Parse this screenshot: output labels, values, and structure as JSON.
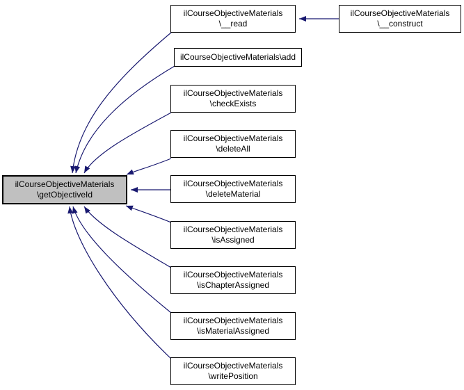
{
  "diagram": {
    "kind": "doxygen-caller-graph",
    "arrow_color": "#191970",
    "node_border_color": "#000000",
    "node_fill_color": "#ffffff",
    "highlighted_node_fill_color": "#c0c0c0",
    "nodes": {
      "getObjectiveId": {
        "line1": "ilCourseObjectiveMaterials",
        "line2": "\\getObjectiveId",
        "highlighted": true
      },
      "read": {
        "line1": "ilCourseObjectiveMaterials",
        "line2": "\\__read"
      },
      "add": {
        "line1": "ilCourseObjectiveMaterials\\add"
      },
      "checkExists": {
        "line1": "ilCourseObjectiveMaterials",
        "line2": "\\checkExists"
      },
      "deleteAll": {
        "line1": "ilCourseObjectiveMaterials",
        "line2": "\\deleteAll"
      },
      "deleteMaterial": {
        "line1": "ilCourseObjectiveMaterials",
        "line2": "\\deleteMaterial"
      },
      "isAssigned": {
        "line1": "ilCourseObjectiveMaterials",
        "line2": "\\isAssigned"
      },
      "isChapterAssigned": {
        "line1": "ilCourseObjectiveMaterials",
        "line2": "\\isChapterAssigned"
      },
      "isMaterialAssigned": {
        "line1": "ilCourseObjectiveMaterials",
        "line2": "\\isMaterialAssigned"
      },
      "writePosition": {
        "line1": "ilCourseObjectiveMaterials",
        "line2": "\\writePosition"
      },
      "construct": {
        "line1": "ilCourseObjectiveMaterials",
        "line2": "\\__construct"
      }
    },
    "edges": [
      {
        "from": "ilCourseObjectiveMaterials\\__construct",
        "to": "ilCourseObjectiveMaterials\\__read"
      },
      {
        "from": "ilCourseObjectiveMaterials\\__read",
        "to": "ilCourseObjectiveMaterials\\getObjectiveId"
      },
      {
        "from": "ilCourseObjectiveMaterials\\add",
        "to": "ilCourseObjectiveMaterials\\getObjectiveId"
      },
      {
        "from": "ilCourseObjectiveMaterials\\checkExists",
        "to": "ilCourseObjectiveMaterials\\getObjectiveId"
      },
      {
        "from": "ilCourseObjectiveMaterials\\deleteAll",
        "to": "ilCourseObjectiveMaterials\\getObjectiveId"
      },
      {
        "from": "ilCourseObjectiveMaterials\\deleteMaterial",
        "to": "ilCourseObjectiveMaterials\\getObjectiveId"
      },
      {
        "from": "ilCourseObjectiveMaterials\\isAssigned",
        "to": "ilCourseObjectiveMaterials\\getObjectiveId"
      },
      {
        "from": "ilCourseObjectiveMaterials\\isChapterAssigned",
        "to": "ilCourseObjectiveMaterials\\getObjectiveId"
      },
      {
        "from": "ilCourseObjectiveMaterials\\isMaterialAssigned",
        "to": "ilCourseObjectiveMaterials\\getObjectiveId"
      },
      {
        "from": "ilCourseObjectiveMaterials\\writePosition",
        "to": "ilCourseObjectiveMaterials\\getObjectiveId"
      }
    ]
  }
}
